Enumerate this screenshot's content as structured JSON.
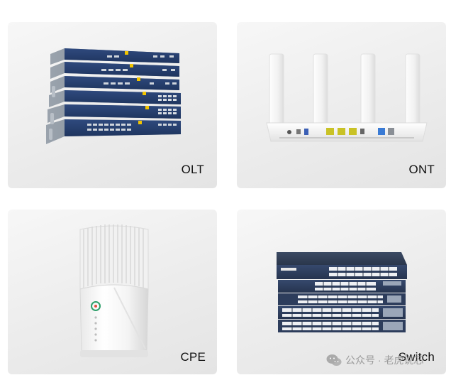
{
  "products": [
    {
      "label": "OLT"
    },
    {
      "label": "ONT"
    },
    {
      "label": "CPE"
    },
    {
      "label": "Switch"
    }
  ],
  "watermark": {
    "text": "公众号 · 老虎说芯",
    "icon": "wechat-icon"
  }
}
